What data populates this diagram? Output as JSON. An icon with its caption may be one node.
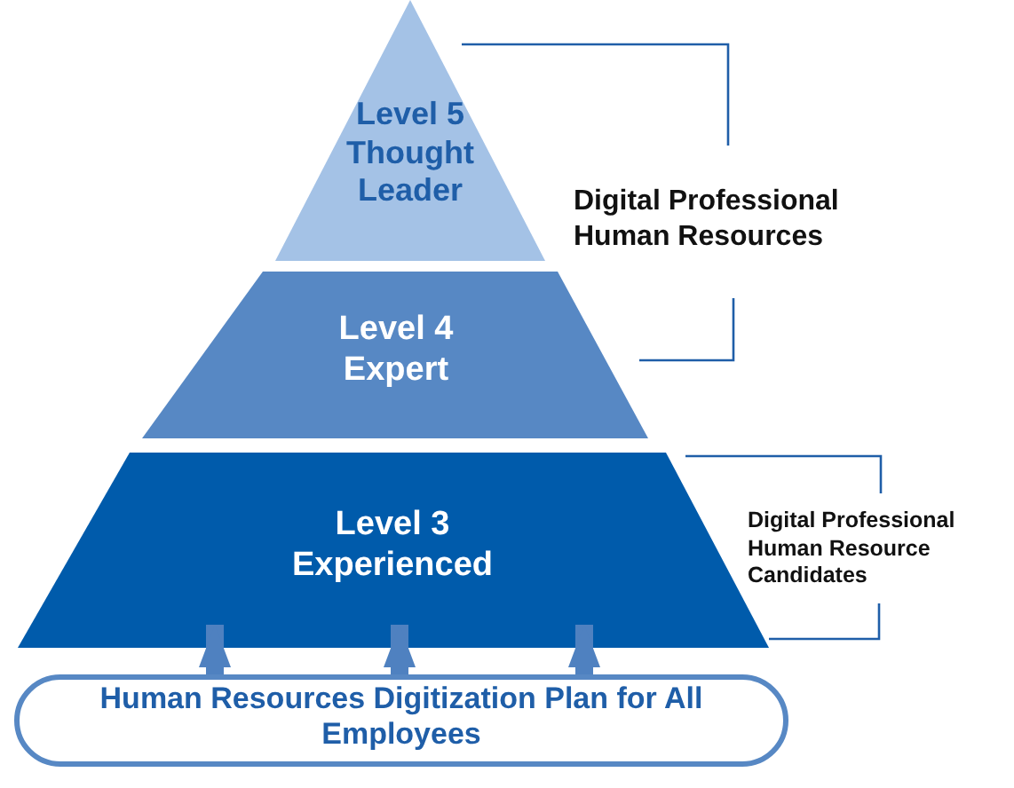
{
  "diagram": {
    "nodes": [
      {
        "text": [
          "Level 5 Thought Leader"
        ]
      },
      {
        "text": [
          "Level 4 Expert"
        ]
      },
      {
        "text": [
          "Level 3 Experienced"
        ]
      },
      {
        "text": [
          "Human Resources Digitization Plan for All Employees"
        ]
      }
    ],
    "edges": [
      {
        "from": 3,
        "to": 2,
        "arrow": "to"
      },
      {
        "from": 3,
        "to": 2,
        "arrow": "to"
      },
      {
        "from": 3,
        "to": 2,
        "arrow": "to"
      }
    ],
    "labels": [
      "Digital Professional Human Resources",
      "Digital Professional Human Resource Candidates"
    ]
  }
}
